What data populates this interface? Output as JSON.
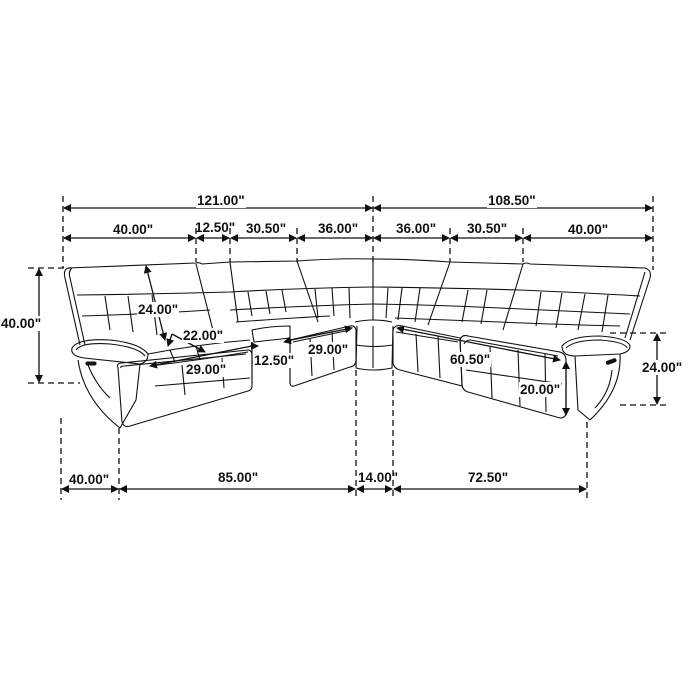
{
  "diagram": {
    "subject": "sectional-sofa-dimensions",
    "line_color": "#111111",
    "background": "#ffffff"
  },
  "top_dimensions": {
    "left_total": "121.00\"",
    "right_total": "108.50\"",
    "left_segments": [
      "40.00\"",
      "12.50\"",
      "30.50\"",
      "36.00\""
    ],
    "right_segments": [
      "36.00\"",
      "30.50\"",
      "40.00\""
    ]
  },
  "side_dimensions": {
    "overall_height": "40.00\"",
    "arm_height": "24.00\""
  },
  "inner_dimensions": {
    "back_height": "24.00\"",
    "seat_depth": "22.00\"",
    "seat_width_left": "29.00\"",
    "console_width": "12.50\"",
    "seat_width_mid": "29.00\"",
    "right_seat_span": "60.50\"",
    "seat_height": "20.00\""
  },
  "bottom_dimensions": {
    "segments": [
      "40.00\"",
      "85.00\"",
      "14.00\"",
      "72.50\""
    ]
  }
}
